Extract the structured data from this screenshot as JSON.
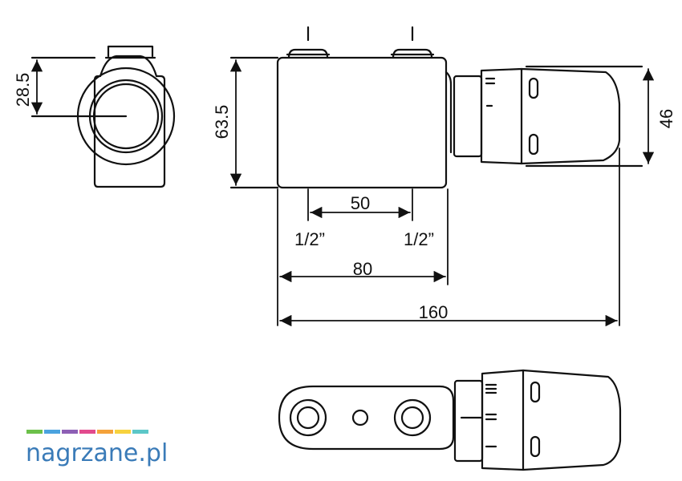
{
  "dimensions": {
    "side_height": "28.5",
    "body_height": "63.5",
    "head_height": "46",
    "pipe_spacing": "50",
    "left_thread": "1/2”",
    "right_thread": "1/2”",
    "body_length": "80",
    "total_length": "160"
  },
  "brand": {
    "letters": [
      "n",
      "a",
      "g",
      "r",
      "z",
      "a",
      "n",
      "e",
      ".",
      "p",
      "l"
    ],
    "stripe_colors": [
      "#6cc04a",
      "#4aa3df",
      "#8d5fb5",
      "#e24a8d",
      "#f4a23a",
      "#f7d23e",
      "#5cc7c8"
    ],
    "text_color": "#3a7bb8"
  },
  "colors": {
    "line": "#111111",
    "background": "#ffffff"
  }
}
